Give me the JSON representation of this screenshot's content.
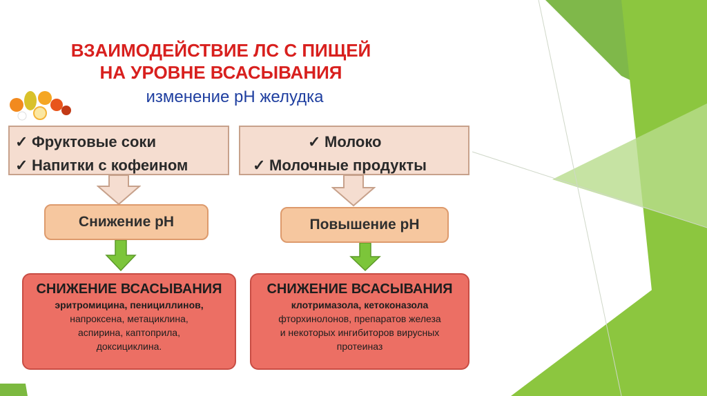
{
  "title_line1": "ВЗАИМОДЕЙСТВИЕ ЛС С ПИЩЕЙ",
  "title_line2": "НА УРОВНЕ ВСАСЫВАНИЯ",
  "subtitle": "изменение рН желудка",
  "check_mark": "✓",
  "left": {
    "sources": [
      "Фруктовые соки",
      "Напитки с кофеином"
    ],
    "effect": "Снижение рН",
    "result_head": "СНИЖЕНИЕ ВСАСЫВАНИЯ",
    "result_bold": "эритромицина, пенициллинов,",
    "result_lines": [
      "напроксена, метациклина,",
      "аспирина, каптоприла,",
      "доксициклина."
    ]
  },
  "right": {
    "sources": [
      "Молоко",
      "Молочные продукты"
    ],
    "effect": "Повышение рН",
    "result_head": "СНИЖЕНИЕ ВСАСЫВАНИЯ",
    "result_bold": "клотримазола, кетоконазола",
    "result_lines": [
      "фторхинолонов, препаратов железа",
      "и некоторых ингибиторов вирусных",
      "протеиназ"
    ]
  },
  "colors": {
    "title": "#d8201e",
    "subtitle": "#1f3fa0",
    "source_box": "#f5ddd0",
    "ph_box": "#f6c79f",
    "result_box": "#ec6f64",
    "green_arrow": "#7cc53a",
    "bg_green": "#8cc63f"
  }
}
